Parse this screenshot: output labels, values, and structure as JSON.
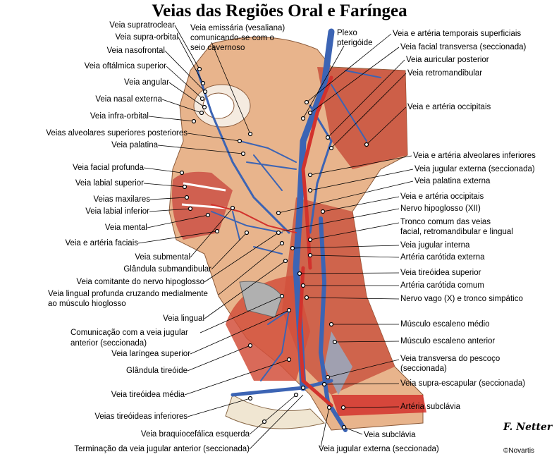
{
  "title": "Veias das Regiões Oral e Faríngea",
  "colors": {
    "vein": "#3c64b4",
    "artery": "#d2322d",
    "muscle": "#c8503c",
    "skin": "#e8b48c",
    "bone": "#f0e6d2",
    "gland": "#d88c6c"
  },
  "labels": {
    "l1": "Veia supratroclear",
    "l2": "Veia supra-orbital",
    "l3": "Veia nasofrontal",
    "l4": "Veia oftálmica superior",
    "l5": "Veia angular",
    "l6": "Veia nasal externa",
    "l7": "Veia infra-orbital",
    "l8": "Veias alveolares superiores posteriores",
    "l9": "Veia palatina",
    "l10": "Veia facial profunda",
    "l11": "Veia labial superior",
    "l12": "Veias maxilares",
    "l13": "Veia labial inferior",
    "l14": "Veia mental",
    "l15": "Veia e artéria faciais",
    "l16": "Veia submental",
    "l17": "Glândula submandibular",
    "l18": "Veia comitante do nervo hipoglosso",
    "l19": "Veia lingual profunda cruzando medialmente",
    "l19b": "ao músculo hioglosso",
    "l20": "Veia lingual",
    "l21": "Comunicação com a veia jugular",
    "l21b": "anterior (seccionada)",
    "l22": "Veia laríngea superior",
    "l23": "Glândula tireóide",
    "l24": "Veia tireóidea média",
    "l25": "Veias tireóideas inferiores",
    "l26": "Veia braquiocefálica esquerda",
    "l27": "Terminação da veia jugular anterior (seccionada)",
    "t1": "Veia emissária (vesaliana)",
    "t1b": "comunicando-se com o",
    "t1c": "seio cavernoso",
    "t2": "Plexo",
    "t2b": "pterigóide",
    "r1": "Veia e artéria temporais superficiais",
    "r2": "Veia facial transversa (seccionada)",
    "r3": "Veia auricular posterior",
    "r4": "Veia retromandibular",
    "r5": "Veia e artéria occipitais",
    "r6": "Veia e artéria alveolares inferiores",
    "r7": "Veia jugular externa (seccionada)",
    "r8": "Veia palatina externa",
    "r9": "Veia e artéria occipitais",
    "r10": "Nervo hipoglosso (XII)",
    "r11": "Tronco comum das veias",
    "r11b": "facial, retromandibular e lingual",
    "r12": "Veia jugular interna",
    "r13": "Artéria carótida externa",
    "r14": "Veia tireóidea superior",
    "r15": "Artéria carótida comum",
    "r16": "Nervo vago (X) e tronco simpático",
    "r17": "Músculo escaleno médio",
    "r18": "Músculo escaleno anterior",
    "r19": "Veia transversa do pescoço",
    "r19b": "(seccionada)",
    "r20": "Veia supra-escapular (seccionada)",
    "r21": "Artéria subclávia",
    "r22": "Veia subclávia",
    "r23": "Veia jugular externa (seccionada)"
  },
  "signature": "F. Netter",
  "copyright": "©Novartis"
}
